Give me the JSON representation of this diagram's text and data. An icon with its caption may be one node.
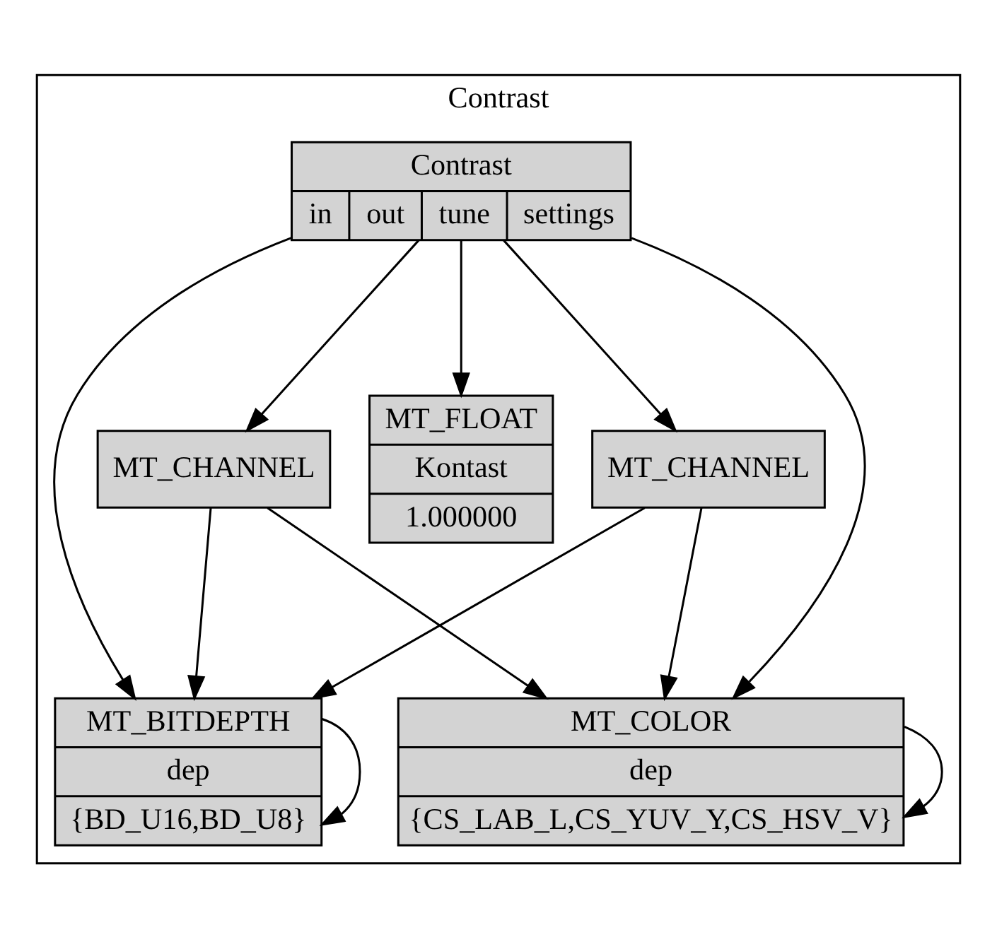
{
  "diagram": {
    "nodes": [
      {
        "text": [
          "Contrast"
        ]
      },
      {
        "text": [
          "Contrast",
          "in",
          "out",
          "tune",
          "settings"
        ],
        "in": 0
      },
      {
        "text": [
          "MT_CHANNEL"
        ],
        "in": 0
      },
      {
        "text": [
          "MT_CHANNEL"
        ],
        "in": 0
      },
      {
        "text": [
          "MT_FLOAT",
          "Kontast",
          "1.000000"
        ],
        "in": 0
      },
      {
        "text": [
          "MT_BITDEPTH",
          "dep",
          "{BD_U16,BD_U8}"
        ],
        "in": 0
      },
      {
        "text": [
          "MT_COLOR",
          "dep",
          "{CS_LAB_L,CS_YUV_Y,CS_HSV_V}"
        ],
        "in": 0
      }
    ],
    "edges": [
      {
        "from": 1,
        "to": 2,
        "arrow": "to"
      },
      {
        "from": 1,
        "to": 3,
        "arrow": "to"
      },
      {
        "from": 1,
        "to": 5,
        "arrow": "to"
      },
      {
        "from": 1,
        "to": 6,
        "arrow": "to"
      },
      {
        "from": 1,
        "to": 4,
        "arrow": "to"
      },
      {
        "from": 2,
        "to": 5,
        "arrow": "to"
      },
      {
        "from": 2,
        "to": 6,
        "arrow": "to"
      },
      {
        "from": 3,
        "to": 5,
        "arrow": "to"
      },
      {
        "from": 3,
        "to": 6,
        "arrow": "to"
      },
      {
        "from": 5,
        "to": 5,
        "arrow": "to"
      },
      {
        "from": 6,
        "to": 6,
        "arrow": "to"
      }
    ]
  }
}
